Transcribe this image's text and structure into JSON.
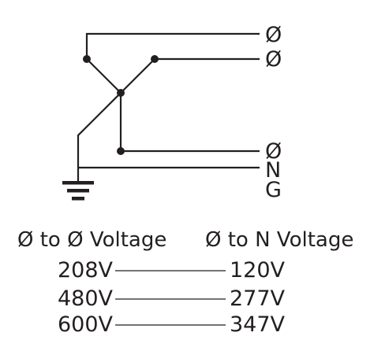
{
  "terminals": {
    "phase_a": "Ø",
    "phase_b": "Ø",
    "phase_c": "Ø",
    "neutral": "N",
    "ground": "G"
  },
  "table": {
    "header_left": "Ø to Ø Voltage",
    "header_right": "Ø to N Voltage",
    "rows": [
      {
        "phase_to_phase": "208V",
        "phase_to_neutral": "120V"
      },
      {
        "phase_to_phase": "480V",
        "phase_to_neutral": "277V"
      },
      {
        "phase_to_phase": "600V",
        "phase_to_neutral": "347V"
      }
    ]
  },
  "colors": {
    "ink": "#231f20",
    "background": "#ffffff"
  }
}
